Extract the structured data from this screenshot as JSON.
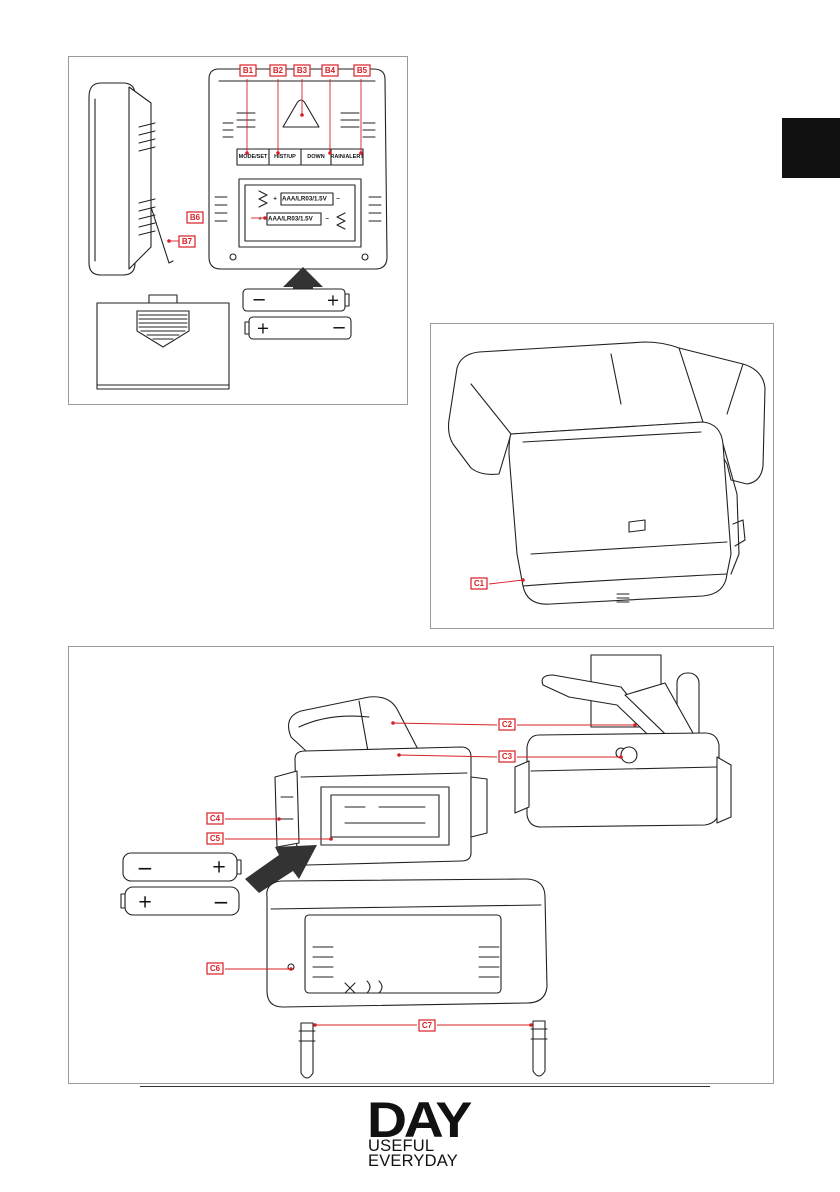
{
  "labels": {
    "b1": "B1",
    "b2": "B2",
    "b3": "B3",
    "b4": "B4",
    "b5": "B5",
    "b6": "B6",
    "b7": "B7",
    "c1": "C1",
    "c2": "C2",
    "c3": "C3",
    "c4": "C4",
    "c5": "C5",
    "c6": "C6",
    "c7": "C7"
  },
  "buttons": {
    "mode_set": "MODE/SET",
    "hist_up": "HIST/UP",
    "down": "DOWN",
    "rain_alert": "RAIN/ALERT"
  },
  "battery_spec": "AAA/LR03/1.5V",
  "polarity": {
    "minus": "−",
    "plus": "+"
  },
  "logo": {
    "name": "DAY",
    "tagline_line1": "USEFUL",
    "tagline_line2": "EVERYDAY"
  },
  "colors": {
    "callout_red": "#d81f26",
    "line_art": "#222222",
    "tab_black": "#111111"
  }
}
